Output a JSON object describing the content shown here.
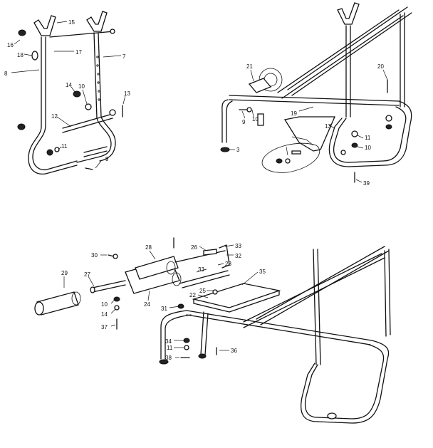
{
  "diagram": {
    "panels": [
      {
        "id": "upright-assembly",
        "labels": [
          "15",
          "16",
          "18",
          "17",
          "8",
          "7",
          "14",
          "10",
          "13",
          "12",
          "11",
          "9"
        ]
      },
      {
        "id": "frame-assembly",
        "labels": [
          "21",
          "20",
          "19",
          "13",
          "11",
          "10",
          "9",
          "10",
          "3",
          "39"
        ]
      },
      {
        "id": "seat-assembly",
        "labels": [
          "30",
          "28",
          "26",
          "33",
          "32",
          "23",
          "35",
          "29",
          "27",
          "33",
          "25",
          "22",
          "24",
          "10",
          "14",
          "37",
          "31",
          "34",
          "11",
          "38",
          "36"
        ]
      }
    ]
  }
}
